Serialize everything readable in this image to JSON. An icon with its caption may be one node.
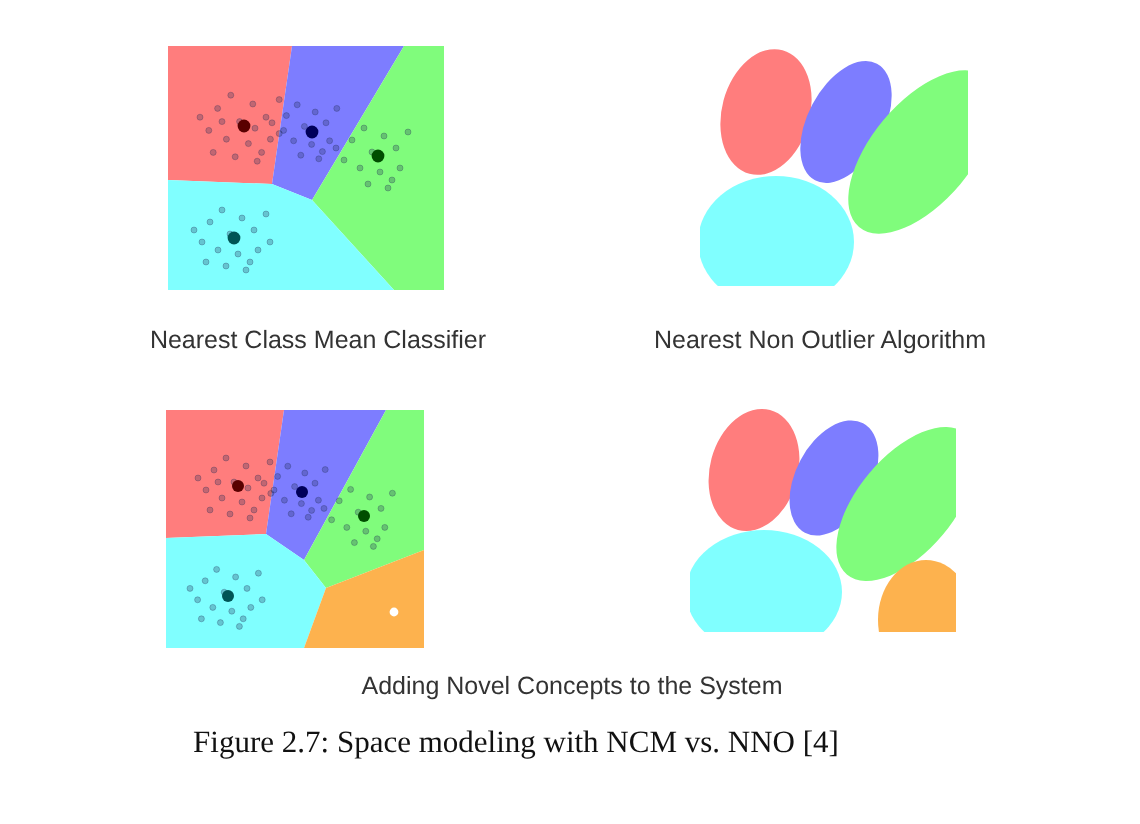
{
  "diagram": {
    "caption": "Figure 2.7: Space modeling with NCM vs. NNO [4]",
    "labels": [
      "Nearest Class Mean Classifier",
      "Nearest Non Outlier Algorithm",
      "Adding Novel Concepts to the System"
    ]
  }
}
